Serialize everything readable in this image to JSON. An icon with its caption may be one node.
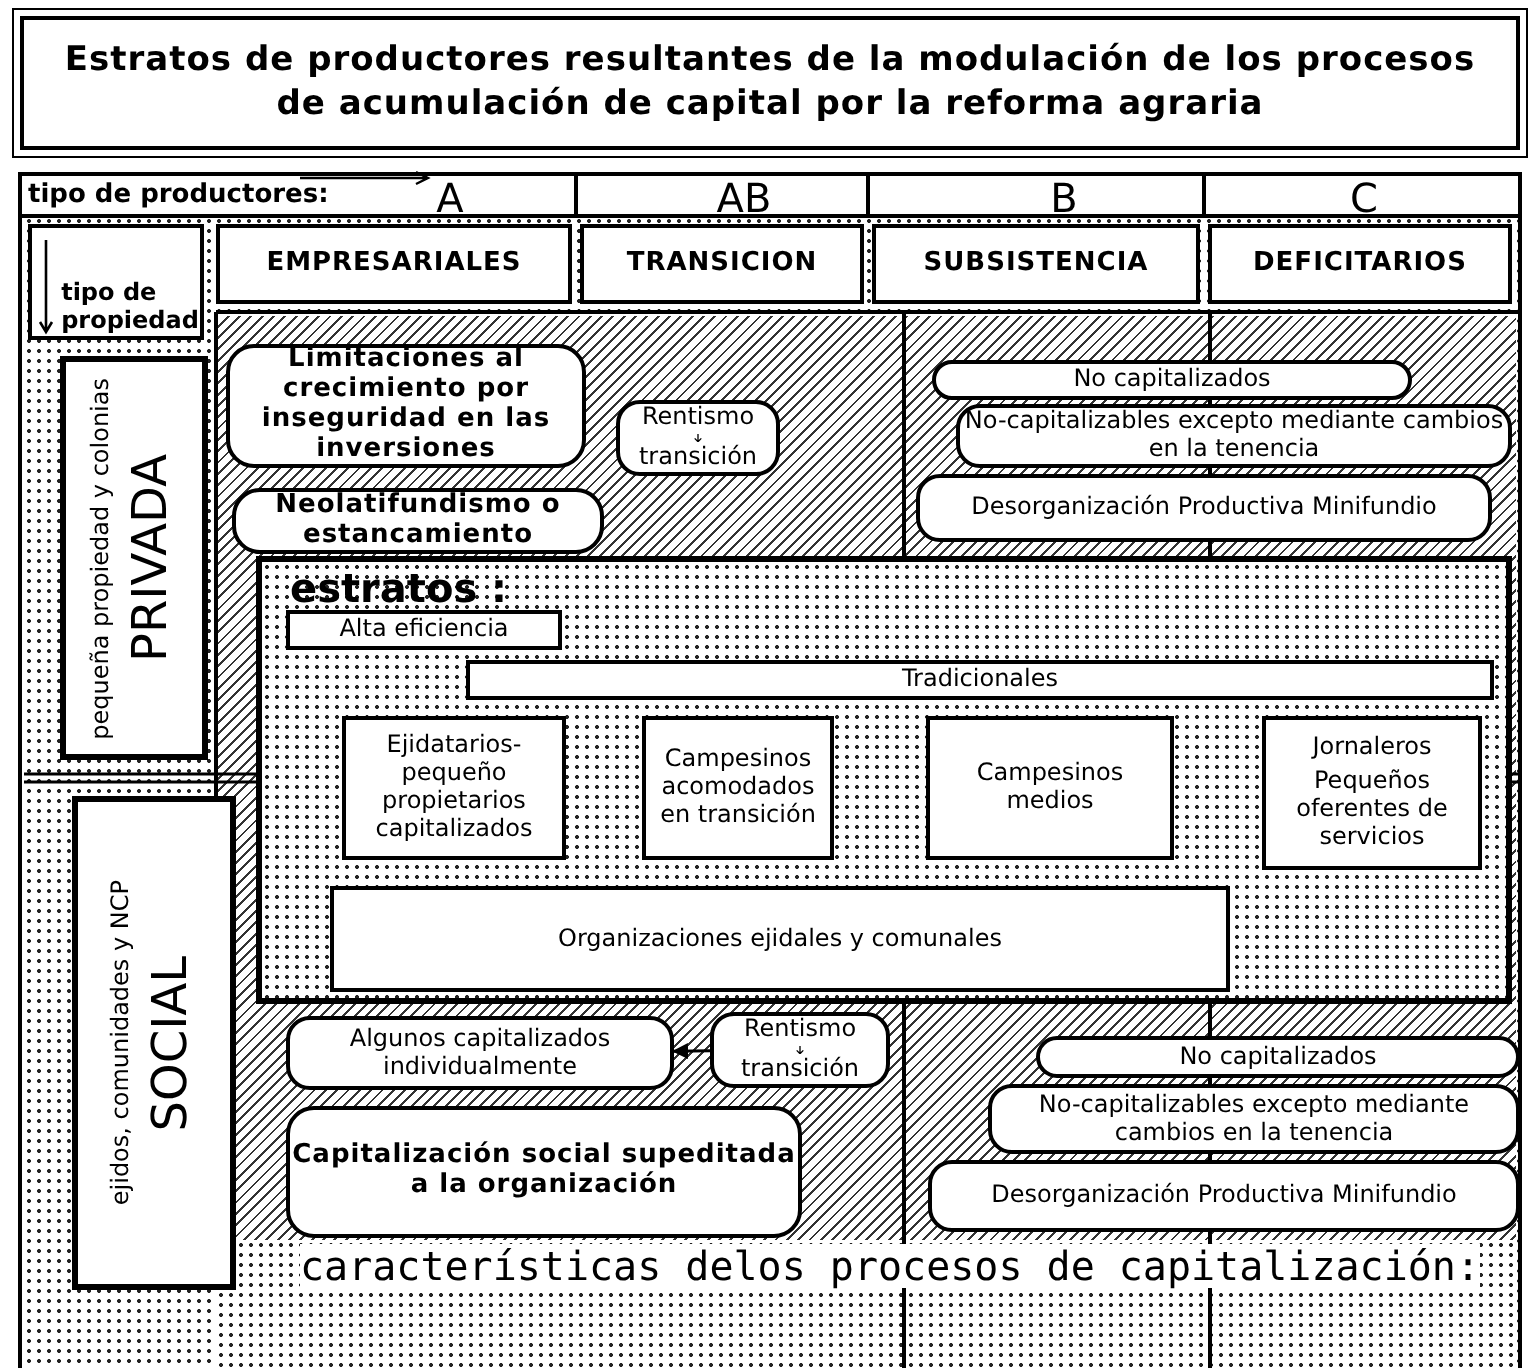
{
  "diagram": {
    "title": "Estratos de productores resultantes de la modulación de los procesos de acumulación de capital por la reforma agraria",
    "nodes": [
      {
        "text": [
          "tipo de propiedad"
        ]
      },
      {
        "text": [
          "EMPRESARIALES"
        ]
      },
      {
        "text": [
          "TRANSICION"
        ]
      },
      {
        "text": [
          "SUBSISTENCIA"
        ]
      },
      {
        "text": [
          "DEFICITARIOS"
        ]
      },
      {
        "text": [
          "PRIVADA",
          "pequeña propiedad y colonias"
        ]
      },
      {
        "text": [
          "SOCIAL",
          "ejidos, comunidades y NCP"
        ]
      },
      {
        "text": [
          "Limitaciones al crecimiento por inseguridad en las inversiones"
        ]
      },
      {
        "text": [
          "Rentismo transición"
        ]
      },
      {
        "text": [
          "Neolatifundismo o estancamiento"
        ]
      },
      {
        "text": [
          "No capitalizados"
        ]
      },
      {
        "text": [
          "No-capitalizables excepto mediante cambios en la tenencia"
        ]
      },
      {
        "text": [
          "Desorganización Productiva Minifundio"
        ]
      },
      {
        "text": [
          "estratos :"
        ]
      },
      {
        "text": [
          "Alta eficiencia"
        ],
        "in": 13
      },
      {
        "text": [
          "Tradicionales"
        ],
        "in": 13
      },
      {
        "text": [
          "Ejidatarios- pequeño propietarios capitalizados"
        ],
        "in": 13
      },
      {
        "text": [
          "Campesinos acomodados en transición"
        ],
        "in": 13
      },
      {
        "text": [
          "Campesinos medios"
        ],
        "in": 13
      },
      {
        "text": [
          "Jornaleros",
          "Pequeños oferentes de servicios"
        ],
        "in": 13
      },
      {
        "text": [
          "Organizaciones ejidales y comunales"
        ],
        "in": 13
      },
      {
        "text": [
          "Algunos capitalizados individualmente"
        ]
      },
      {
        "text": [
          "Rentismo transición"
        ]
      },
      {
        "text": [
          "Capitalización social supeditada a la organización"
        ]
      },
      {
        "text": [
          "No capitalizados"
        ]
      },
      {
        "text": [
          "No-capitalizables excepto mediante cambios en la tenencia"
        ]
      },
      {
        "text": [
          "Desorganización Productiva Minifundio"
        ]
      }
    ],
    "edges": [
      {
        "from": 22,
        "to": 21,
        "arrow": "to"
      }
    ],
    "labels": [
      "tipo de productores:",
      "A",
      "AB",
      "B",
      "C",
      "características delos procesos de capitalización:"
    ]
  }
}
